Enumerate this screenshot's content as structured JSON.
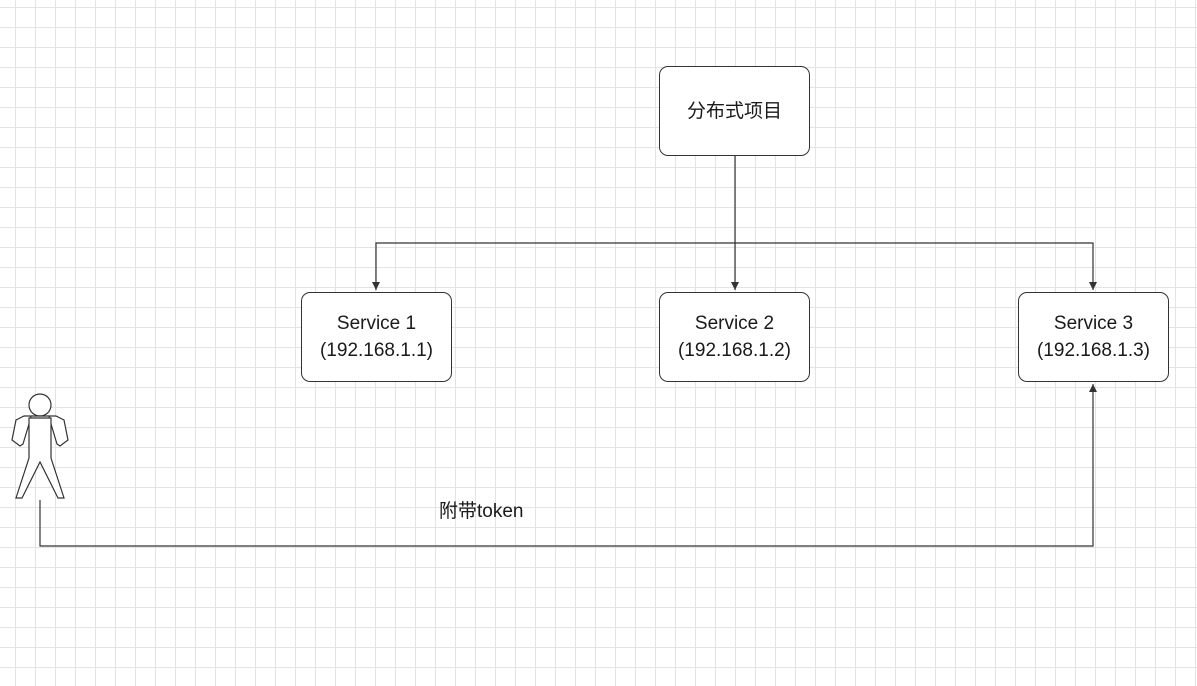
{
  "nodes": {
    "root": {
      "label": "分布式项目"
    },
    "service1": {
      "name": "Service 1",
      "ip": "(192.168.1.1)"
    },
    "service2": {
      "name": "Service 2",
      "ip": "(192.168.1.2)"
    },
    "service3": {
      "name": "Service 3",
      "ip": "(192.168.1.3)"
    }
  },
  "actor": {
    "icon": "person-icon"
  },
  "edges": {
    "user_to_service3": {
      "label": "附带token"
    }
  },
  "colors": {
    "line": "#333333",
    "grid": "#e3e3e3",
    "background": "#ffffff",
    "text": "#1a1a1a"
  }
}
